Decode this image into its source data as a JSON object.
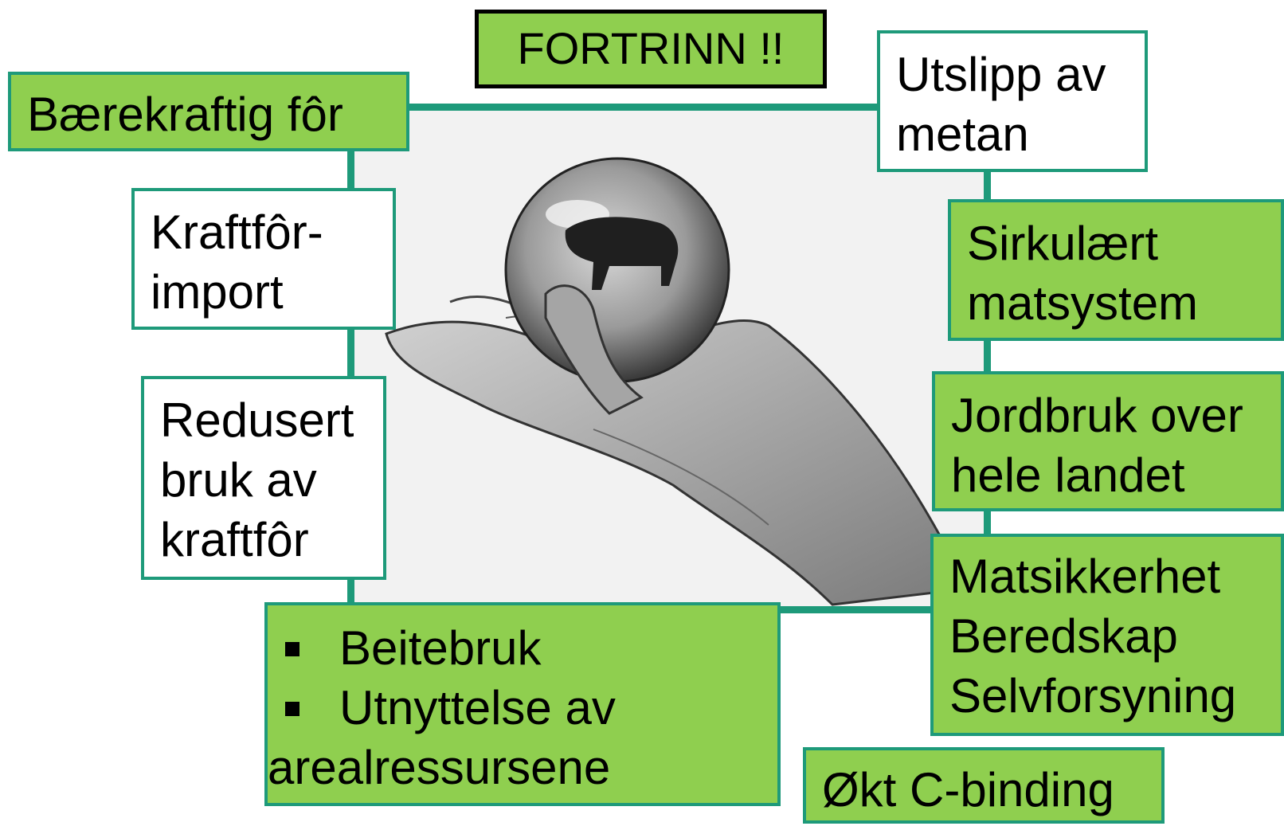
{
  "title": "FORTRINN !!",
  "illustration": {
    "subject": "pencil sketch of a hand holding a glass sphere with a cow reflected inside"
  },
  "boxes": {
    "baerekraftig": "Bærekraftig fôr",
    "kraftfor_import": [
      "Kraftfôr-",
      "import"
    ],
    "redusert": [
      "Redusert",
      "bruk av",
      "kraftfôr"
    ],
    "beite": {
      "items": [
        "Beitebruk",
        "Utnyttelse av"
      ],
      "continuation": "arealressursene"
    },
    "utslipp": [
      "Utslipp av",
      "metan"
    ],
    "sirkulaert": [
      "Sirkulært",
      "matsystem"
    ],
    "jordbruk": [
      "Jordbruk over",
      "hele landet"
    ],
    "matsikkerhet": [
      "Matsikkerhet",
      "Beredskap",
      "Selvforsyning"
    ],
    "c_binding": "Økt C-binding"
  },
  "colors": {
    "green_fill": "#8fcf4f",
    "frame_teal": "#1e9a7a",
    "title_border": "#000000"
  }
}
